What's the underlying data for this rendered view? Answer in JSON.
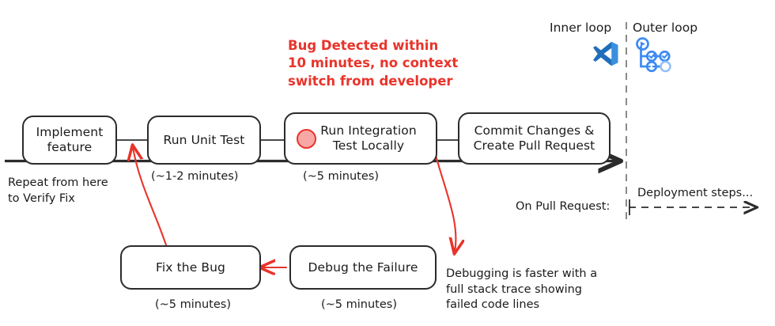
{
  "diagram": {
    "title": "Inner loop / Outer loop developer workflow",
    "colors": {
      "ink": "#1b1b1b",
      "accent_red": "#e8342b",
      "marker_fill": "#f7a8a5",
      "vscode_blue": "#2f7fd1",
      "vscode_blue_dark": "#1b5d9e",
      "pipeline_blue": "#3d8bf2",
      "divider": "#8a8a8a"
    },
    "nodes": [
      {
        "id": "implement-feature",
        "lines": [
          "Implement",
          "feature"
        ]
      },
      {
        "id": "run-unit-test",
        "lines": [
          "Run Unit Test"
        ]
      },
      {
        "id": "run-integration-test",
        "lines": [
          "Run Integration",
          "Test Locally"
        ]
      },
      {
        "id": "commit-changes",
        "lines": [
          "Commit Changes &",
          "Create Pull Request"
        ]
      },
      {
        "id": "fix-the-bug",
        "lines": [
          "Fix the Bug"
        ]
      },
      {
        "id": "debug-the-failure",
        "lines": [
          "Debug the Failure"
        ]
      }
    ],
    "captions": [
      {
        "id": "unit-test-duration",
        "text": "(~1-2 minutes)"
      },
      {
        "id": "integration-test-duration",
        "text": "(~5 minutes)"
      },
      {
        "id": "fix-the-bug-duration",
        "text": "(~5 minutes)"
      },
      {
        "id": "debug-the-failure-duration",
        "text": "(~5 minutes)"
      }
    ],
    "annotations": {
      "bug_detected": [
        "Bug Detected within",
        "10 minutes, no context",
        "switch from developer"
      ],
      "repeat_from_here": [
        "Repeat from here",
        "to Verify Fix"
      ],
      "debugging_faster": [
        "Debugging is faster with a",
        "full stack trace showing",
        "failed code lines"
      ],
      "on_pull_request": "On Pull Request:",
      "deployment_steps": "Deployment steps..."
    },
    "loops": {
      "inner_label": "Inner loop",
      "outer_label": "Outer loop",
      "inner_icon": "vscode-icon",
      "outer_icon": "pipeline-icon"
    }
  }
}
